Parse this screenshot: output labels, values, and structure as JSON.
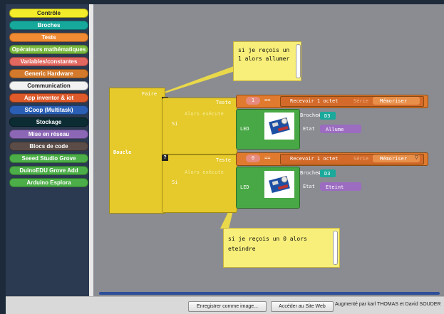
{
  "sidebar": {
    "categories": [
      {
        "label": "Contrôle",
        "color": "#f2ec2a"
      },
      {
        "label": "Broches",
        "color": "#17a89c"
      },
      {
        "label": "Tests",
        "color": "#f08a33"
      },
      {
        "label": "Opérateurs mathématiques",
        "color": "#78b73e"
      },
      {
        "label": "Variables/constantes",
        "color": "#e26860"
      },
      {
        "label": "Generic Hardware",
        "color": "#d2792b"
      },
      {
        "label": "Communication",
        "color": "#f2f2f2"
      },
      {
        "label": "App inventor & iot",
        "color": "#de5a2a"
      },
      {
        "label": "SCoop (Multitask)",
        "color": "#2a5fb5"
      },
      {
        "label": "Stockage",
        "color": "#0b2c33"
      },
      {
        "label": "Mise en réseau",
        "color": "#8c67b6"
      },
      {
        "label": "Blocs de code",
        "color": "#5b4c47"
      },
      {
        "label": "Seeed Studio Grove",
        "color": "#4cae48"
      },
      {
        "label": "DuinoEDU Grove Add",
        "color": "#4cae48"
      },
      {
        "label": "Arduino Esplora",
        "color": "#4cae48"
      }
    ]
  },
  "workspace": {
    "loop_label": "Boucle",
    "faire_label": "Faire",
    "question_icon": "?",
    "if1": {
      "test_label": "Teste",
      "si_label": "Si",
      "alors_label": "Alors exécute",
      "num": "1",
      "op": "==",
      "recv": "Recevoir 1 octet",
      "recv_suffix": "Série",
      "memo": "Mémoriser",
      "led": "LED",
      "broche_label": "Broche#",
      "broche_value": "D3",
      "etat_label": "Etat",
      "etat_value": "Allume"
    },
    "if2": {
      "test_label": "Teste",
      "si_label": "Si",
      "alors_label": "Alors exécute",
      "num": "0",
      "op": "==",
      "recv": "Recevoir 1 octet",
      "recv_suffix": "Série",
      "memo": "Mémoriser",
      "led": "LED",
      "broche_label": "Broche#",
      "broche_value": "D3",
      "etat_label": "Etat",
      "etat_value": "Eteint"
    },
    "comment1": "si je reçois un 1 alors allumer",
    "comment2": "si je reçois un 0 alors eteindre"
  },
  "footer": {
    "save_image": "Enregistrer comme image...",
    "visit_site": "Accéder au Site Web",
    "credit": "Augmenté par karl THOMAS et David SOUDER"
  }
}
